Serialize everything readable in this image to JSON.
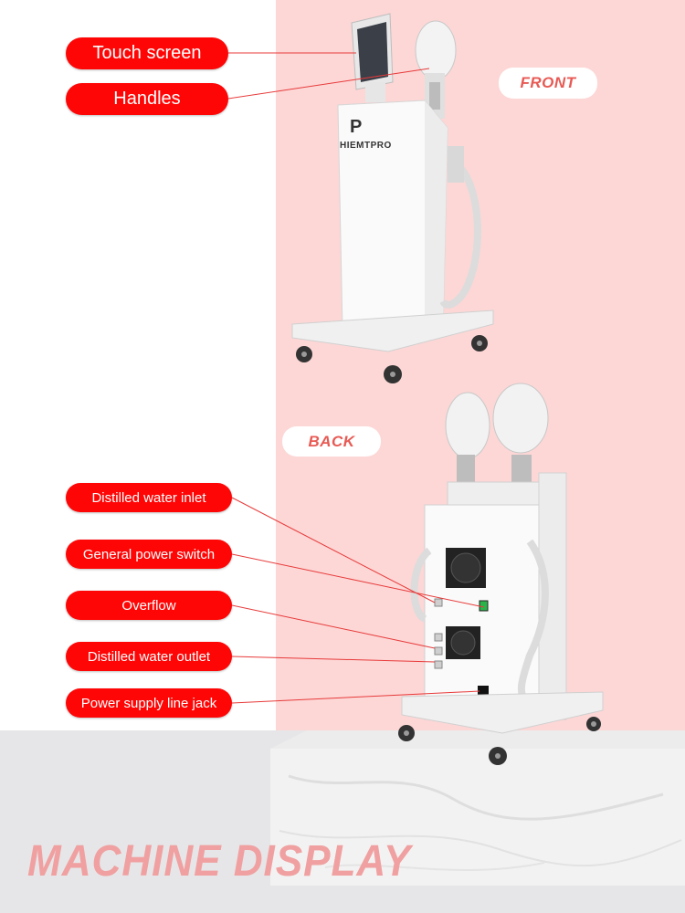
{
  "front_labels": [
    {
      "text": "Touch screen"
    },
    {
      "text": "Handles"
    }
  ],
  "back_labels": [
    {
      "text": "Distilled water inlet"
    },
    {
      "text": "General power switch"
    },
    {
      "text": "Overflow"
    },
    {
      "text": "Distilled water outlet"
    },
    {
      "text": "Power supply line jack"
    }
  ],
  "views": {
    "front": "FRONT",
    "back": "BACK"
  },
  "brand": {
    "logo_letter": "P",
    "name": "HIEMTPRO"
  },
  "footer": {
    "title": "MACHINE DISPLAY"
  },
  "colors": {
    "accent_red": "#ff0606",
    "pink_bg": "#fcd7d6",
    "title_pink": "#f0a0a0",
    "view_text": "#e85a54"
  }
}
